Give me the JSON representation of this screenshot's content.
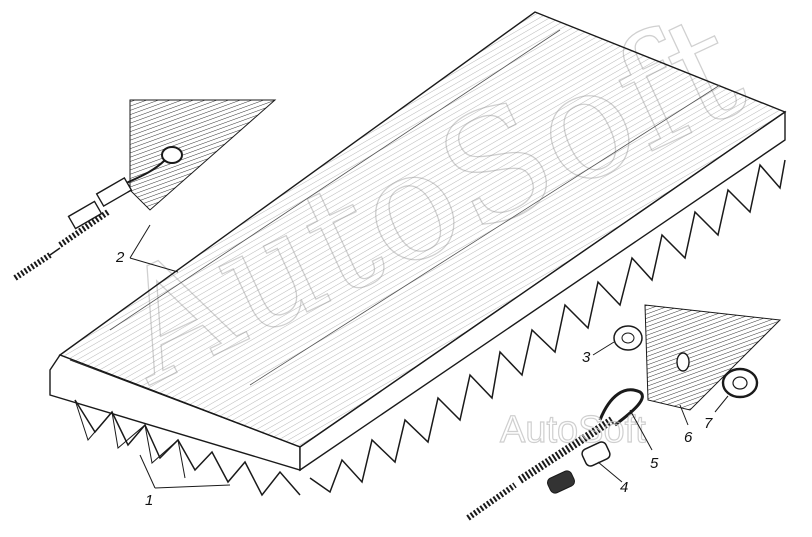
{
  "watermark": {
    "large_text": "AutoSoft",
    "small_text": "AutoSoft"
  },
  "callouts": {
    "c1": "1",
    "c2": "2",
    "c3": "3",
    "c4": "4",
    "c5": "5",
    "c6": "6",
    "c7": "7"
  },
  "colors": {
    "line": "#1a1a1a",
    "hatch": "#444444",
    "watermark": "#bdbdbd",
    "background": "#ffffff"
  }
}
